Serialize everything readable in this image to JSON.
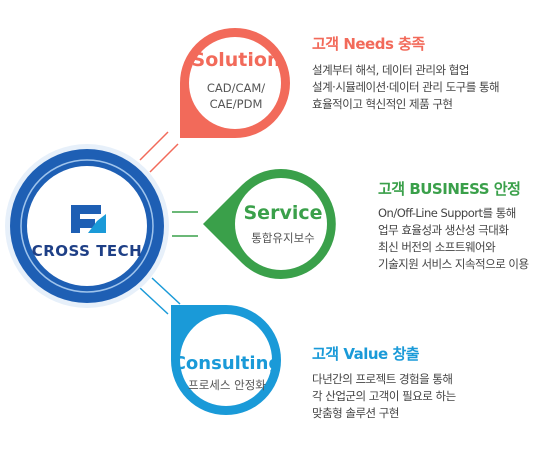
{
  "center": {
    "brand": "CROSS TECH"
  },
  "colors": {
    "solution": "#f26a5a",
    "service": "#3aa04a",
    "consulting": "#1a9ad8",
    "brand_blue": "#1e5fb4"
  },
  "solution": {
    "title": "Solution",
    "sub_lines": [
      "CAD/CAM/",
      "CAE/PDM"
    ],
    "heading": "고객 Needs 충족",
    "desc_lines": [
      "설계부터 해석, 데이터 관리와 협업",
      "설계·시뮬레이션·데이터 관리 도구를 통해",
      "효율적이고 혁신적인 제품 구현"
    ]
  },
  "service": {
    "title": "Service",
    "sub": "통합유지보수",
    "heading": "고객 BUSINESS 안정",
    "desc_lines": [
      "On/Off-Line Support를 통해",
      "업무 효율성과 생산성 극대화",
      "최신 버전의 소프트웨어와",
      "기술지원 서비스 지속적으로 이용"
    ]
  },
  "consulting": {
    "title": "Consulting",
    "sub": "프로세스 안정화",
    "heading": "고객 Value 창출",
    "desc_lines": [
      "다년간의 프로젝트 경험을 통해",
      "각 산업군의 고객이 필요로 하는",
      "맞춤형 솔루션 구현"
    ]
  }
}
